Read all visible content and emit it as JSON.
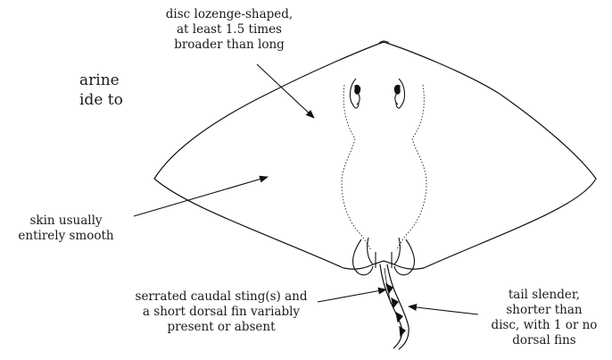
{
  "fragment": {
    "line1": "arine",
    "line2": "ide to"
  },
  "labels": {
    "disc_shape": [
      "disc lozenge-shaped,",
      "at least 1.5 times",
      "broader than long"
    ],
    "skin": [
      "skin usually",
      "entirely smooth"
    ],
    "sting": [
      "serrated caudal sting(s) and",
      "a short dorsal fin variably",
      "present or absent"
    ],
    "tail": [
      "tail slender,",
      "shorter than",
      "disc, with 1 or no",
      "dorsal fins"
    ]
  }
}
